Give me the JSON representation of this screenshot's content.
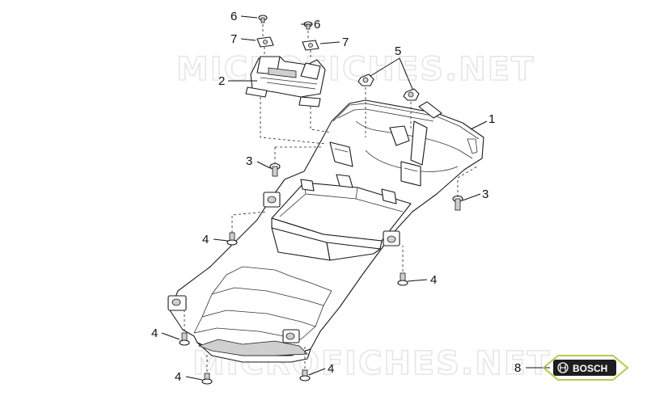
{
  "watermark": {
    "text_top": "MICROFICHES.NET",
    "text_bottom": "MICROFICHES.NET"
  },
  "badge": {
    "text": "BOSCH",
    "color_accent": "#b9c94a"
  },
  "callouts": {
    "c1": "1",
    "c2": "2",
    "c3a": "3",
    "c3b": "3",
    "c4a": "4",
    "c4b": "4",
    "c4c": "4",
    "c4d": "4",
    "c4e": "4",
    "c5": "5",
    "c6a": "6",
    "c6b": "6",
    "c7a": "7",
    "c7b": "7",
    "c8": "8"
  }
}
